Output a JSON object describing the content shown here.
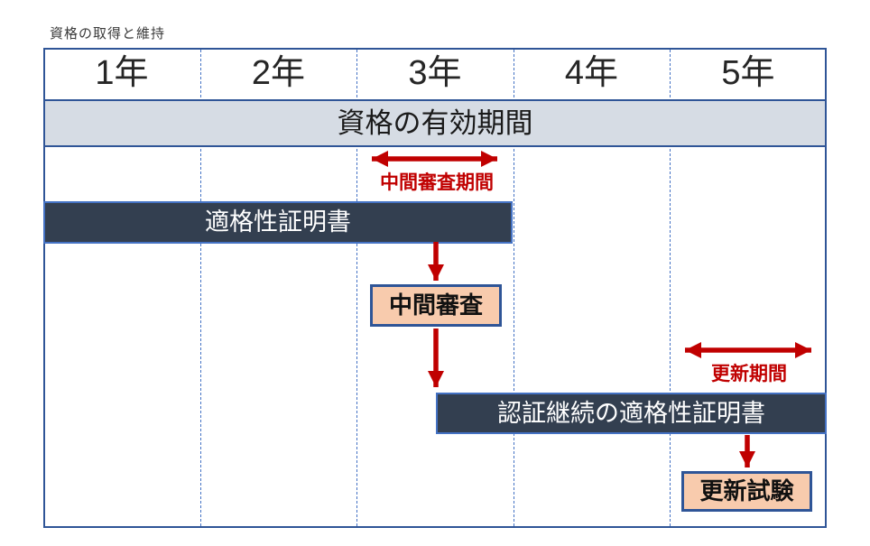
{
  "title": "資格の取得と維持",
  "timeline": {
    "years": [
      "1年",
      "2年",
      "3年",
      "4年",
      "5年"
    ],
    "validity_band_label": "資格の有効期間",
    "bars": [
      {
        "label": "適格性証明書"
      },
      {
        "label": "認証継続の適格性証明書"
      }
    ],
    "milestones": [
      {
        "label": "中間審査"
      },
      {
        "label": "更新試験"
      }
    ],
    "period_labels": [
      {
        "label": "中間審査期間"
      },
      {
        "label": "更新期間"
      }
    ]
  },
  "colors": {
    "frame_border": "#2F5597",
    "grid_dashed": "#4472C4",
    "validity_band_fill": "#D6DCE4",
    "bar_fill": "#333F50",
    "bar_border": "#4472C4",
    "bar_text": "#FFFFFF",
    "milestone_fill": "#F8CBAD",
    "milestone_border": "#2F5597",
    "arrow_red": "#C00000"
  }
}
